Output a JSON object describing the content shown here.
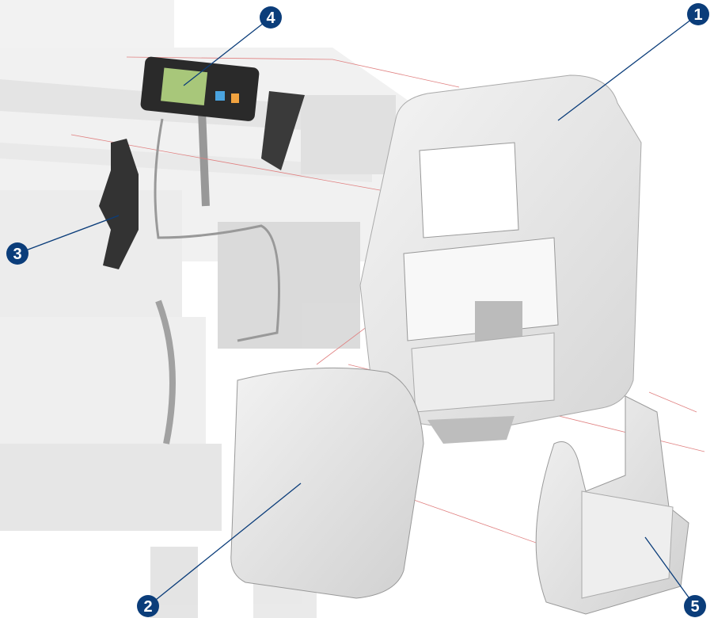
{
  "diagram": {
    "callout_color": "#0b3d7a",
    "callouts": [
      {
        "label": "1",
        "part": "right-cover"
      },
      {
        "label": "2",
        "part": "front-door"
      },
      {
        "label": "3",
        "part": "bracket"
      },
      {
        "label": "4",
        "part": "front-panel"
      },
      {
        "label": "5",
        "part": "bottom-cover"
      }
    ]
  }
}
